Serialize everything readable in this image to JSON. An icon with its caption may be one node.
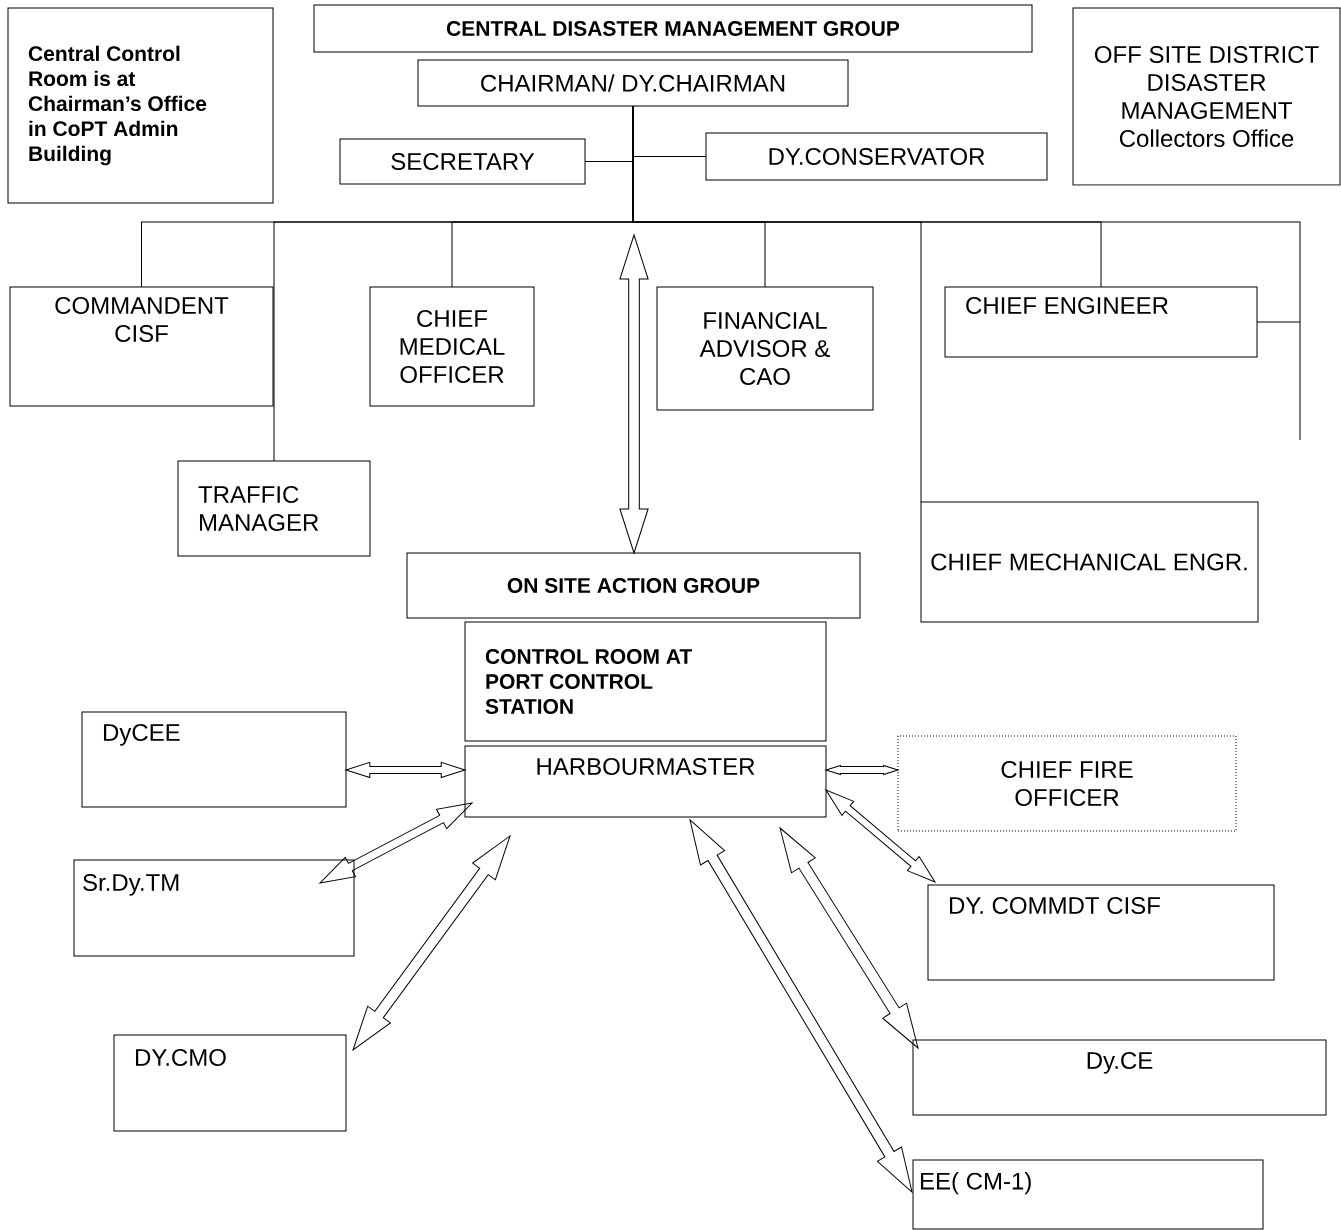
{
  "diagram": {
    "nodes": [
      {
        "text": [
          "Central Control Room is at Chairman’s Office in CoPT Admin Building"
        ]
      },
      {
        "text": [
          "CENTRAL DISASTER MANAGEMENT GROUP"
        ]
      },
      {
        "text": [
          "CHAIRMAN/ DY.CHAIRMAN"
        ]
      },
      {
        "text": [
          "SECRETARY"
        ]
      },
      {
        "text": [
          "DY.CONSERVATOR"
        ]
      },
      {
        "text": [
          "OFF SITE DISTRICT DISASTER MANAGEMENT Collectors Office"
        ]
      },
      {
        "text": [
          "COMMANDENT CISF"
        ]
      },
      {
        "text": [
          "TRAFFIC MANAGER"
        ]
      },
      {
        "text": [
          "CHIEF MEDICAL OFFICER"
        ]
      },
      {
        "text": [
          "FINANCIAL ADVISOR & CAO"
        ]
      },
      {
        "text": [
          "CHIEF ENGINEER"
        ]
      },
      {
        "text": [
          "CHIEF MECHANICAL ENGR."
        ]
      },
      {
        "text": [
          "ON SITE ACTION GROUP"
        ]
      },
      {
        "text": [
          "CONTROL ROOM AT PORT CONTROL STATION"
        ]
      },
      {
        "text": [
          "HARBOURMASTER"
        ]
      },
      {
        "text": [
          "DyCEE"
        ]
      },
      {
        "text": [
          "CHIEF FIRE OFFICER"
        ]
      },
      {
        "text": [
          "Sr.Dy.TM"
        ]
      },
      {
        "text": [
          "DY. COMMDT CISF"
        ]
      },
      {
        "text": [
          "DY.CMO"
        ]
      },
      {
        "text": [
          "Dy.CE"
        ]
      },
      {
        "text": [
          "EE( CM-1)"
        ]
      }
    ],
    "edges": [
      {
        "from": 2,
        "to": 3,
        "arrow": "none"
      },
      {
        "from": 2,
        "to": 4,
        "arrow": "none"
      },
      {
        "from": 2,
        "to": 6,
        "arrow": "none"
      },
      {
        "from": 2,
        "to": 7,
        "arrow": "none"
      },
      {
        "from": 2,
        "to": 8,
        "arrow": "none"
      },
      {
        "from": 2,
        "to": 9,
        "arrow": "none"
      },
      {
        "from": 2,
        "to": 11,
        "arrow": "none"
      },
      {
        "from": 2,
        "to": 10,
        "arrow": "none"
      },
      {
        "from": 2,
        "to": 10,
        "arrow": "none"
      },
      {
        "from": null,
        "to": 12,
        "arrow": "both"
      },
      {
        "from": 14,
        "to": 15,
        "arrow": "both"
      },
      {
        "from": 14,
        "to": 16,
        "arrow": "both"
      },
      {
        "from": 14,
        "to": 17,
        "arrow": "both"
      },
      {
        "from": 14,
        "to": 19,
        "arrow": "both"
      },
      {
        "from": 14,
        "to": 18,
        "arrow": "both"
      },
      {
        "from": 14,
        "to": 20,
        "arrow": "both"
      },
      {
        "from": 14,
        "to": 21,
        "arrow": "both"
      }
    ]
  }
}
